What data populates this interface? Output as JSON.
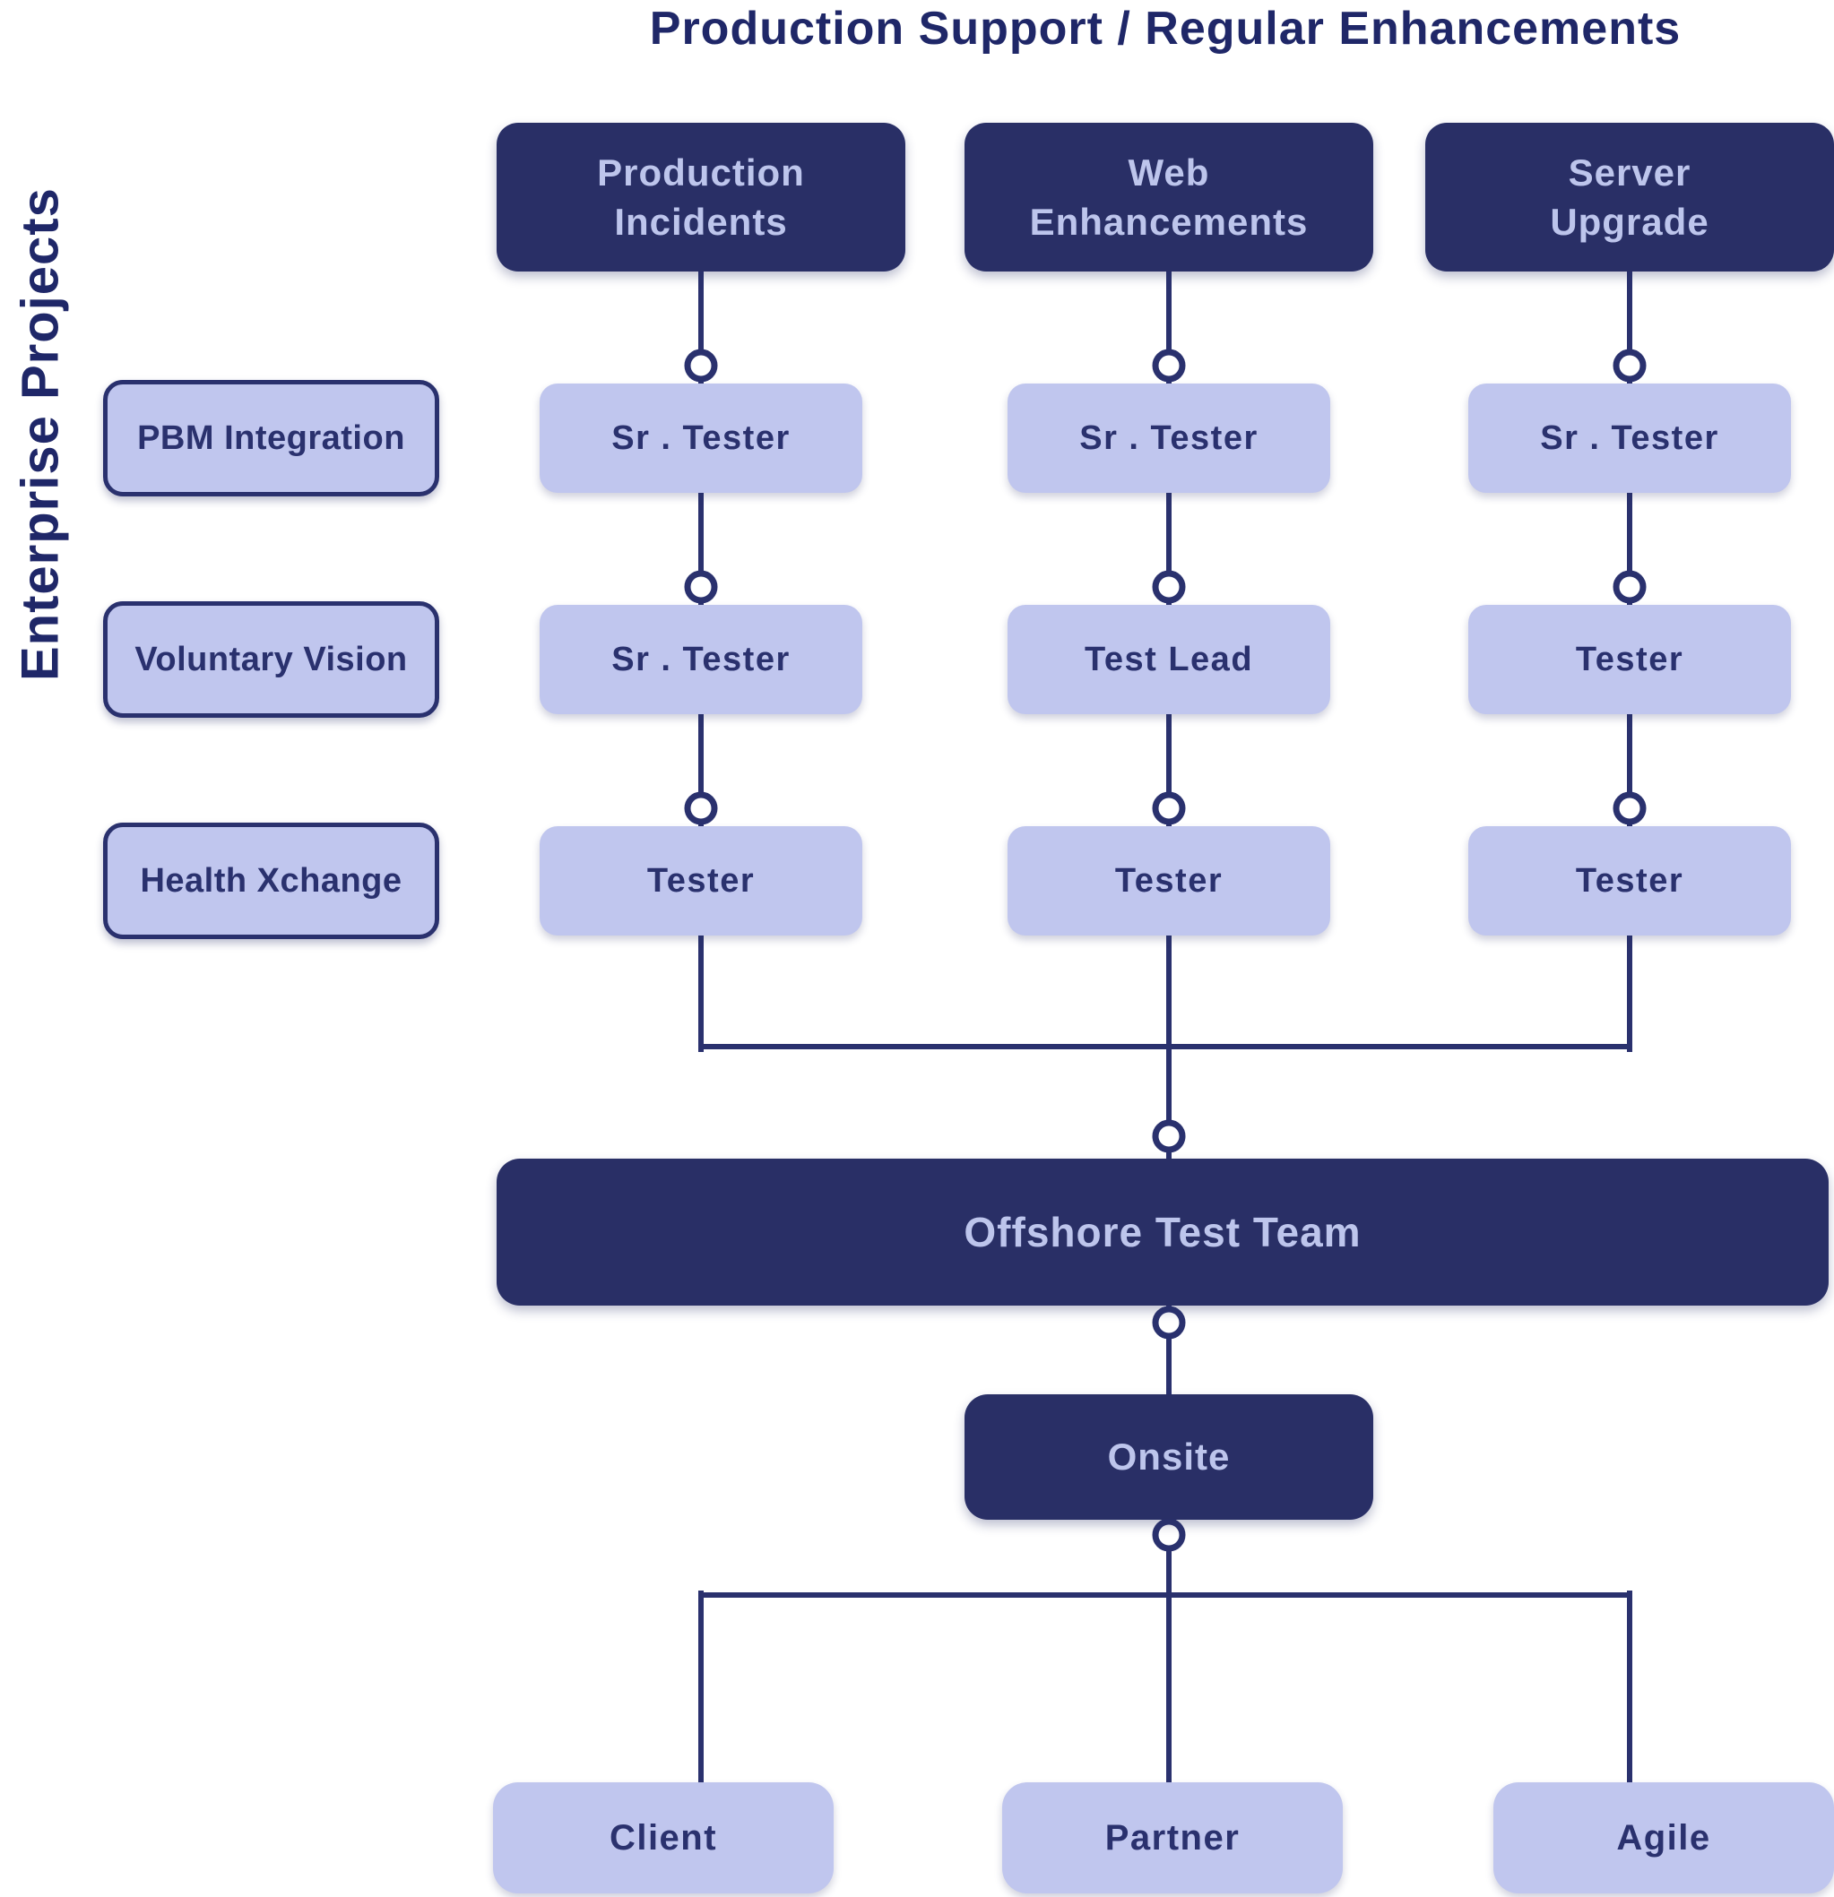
{
  "title": "Production Support / Regular Enhancements",
  "side_label": "Enterprise Projects",
  "columns": [
    "Production\nIncidents",
    "Web\nEnhancements",
    "Server\nUpgrade"
  ],
  "projects": [
    "PBM Integration",
    "Voluntary Vision",
    "Health Xchange"
  ],
  "roles": [
    [
      "Sr . Tester",
      "Sr . Tester",
      "Sr . Tester"
    ],
    [
      "Sr . Tester",
      "Test Lead",
      "Tester"
    ],
    [
      "Tester",
      "Tester",
      "Tester"
    ]
  ],
  "offshore_label": "Offshore Test Team",
  "onsite_label": "Onsite",
  "bottom_nodes": [
    "Client",
    "Partner",
    "Agile"
  ],
  "colors": {
    "navy_fill": "#292f66",
    "lavender_fill": "#c0c6ee",
    "text_on_navy": "#bdc5ec",
    "navy_text": "#2a316e",
    "title_text": "#1f2768",
    "connector_line": "#2a316e",
    "background": "#ffffff"
  }
}
